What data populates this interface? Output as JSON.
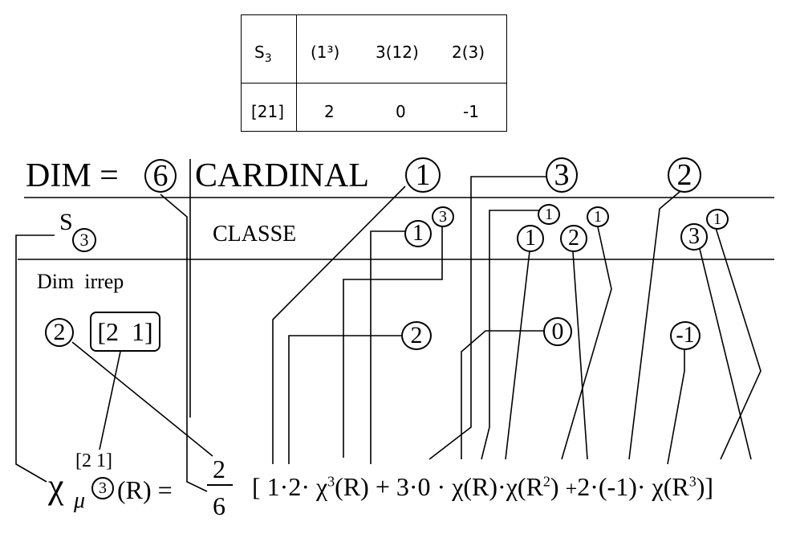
{
  "table": {
    "group": "S",
    "group_sub": "3",
    "classes": [
      "(1³)",
      "3(12)",
      "2(3)"
    ],
    "row_label": "[21]",
    "row_values": [
      "2",
      "0",
      "-1"
    ]
  },
  "header": {
    "dim_text": "DIM =",
    "dim_value": "6",
    "cardinal_text": "CARDINAL",
    "cardinal_values": [
      "1",
      "3",
      "2"
    ]
  },
  "row2": {
    "group": "S",
    "group_sub": "3",
    "classe": "CLASSE",
    "class1_main": "1",
    "class1_sup": "3",
    "class2_main1": "1",
    "class2_main2": "2",
    "class2_sup": "1",
    "class3_main": "3",
    "class3_sup": "1"
  },
  "irrep": {
    "label": "Dim  irrep",
    "dim": "2",
    "partition": "[2  1]",
    "chars": [
      "2",
      "0",
      "-1"
    ]
  },
  "formula": {
    "chi": "χ",
    "chi_sup": "[2 1]",
    "chi_sub": "μ",
    "chi_sub_circ": "3",
    "arg": "(R) =",
    "frac_num": "2",
    "frac_den": "6",
    "t1a": "[ 1·2· χ",
    "t1_sup": "3",
    "t1b": "(R) + 3·0 · χ(R)·χ(R",
    "t2_sup": "2",
    "t2b": ")",
    "plus2": "+",
    "t3a": "2·(-1)· χ(R",
    "t3_sup": "3",
    "t3b": ")]"
  }
}
